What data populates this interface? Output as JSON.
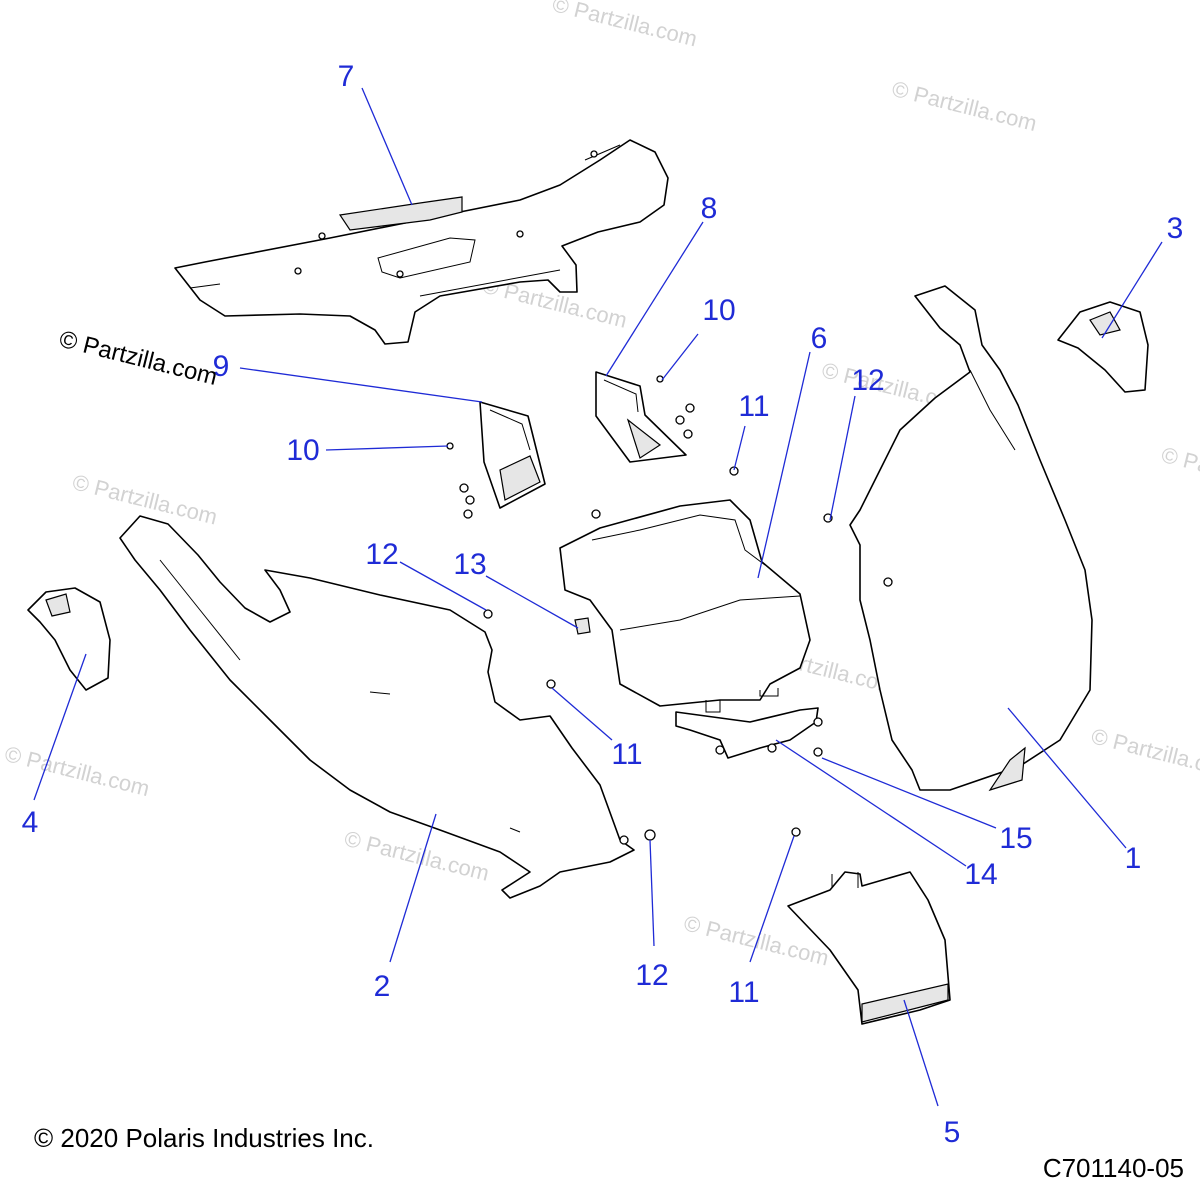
{
  "watermark": {
    "text": "© Partzilla.com"
  },
  "credit": {
    "text": "© Partzilla.com"
  },
  "copyright": {
    "text": "© 2020 Polaris Industries Inc."
  },
  "diagram_code": {
    "text": "C701140-05"
  },
  "callouts": [
    "7",
    "8",
    "10",
    "3",
    "6",
    "12",
    "9",
    "11",
    "10",
    "13",
    "12",
    "11",
    "15",
    "14",
    "1",
    "4",
    "12",
    "11",
    "2",
    "5"
  ],
  "colors": {
    "callout": "#1f2bd6",
    "line": "#000000",
    "watermark": "#d2d2d2"
  }
}
